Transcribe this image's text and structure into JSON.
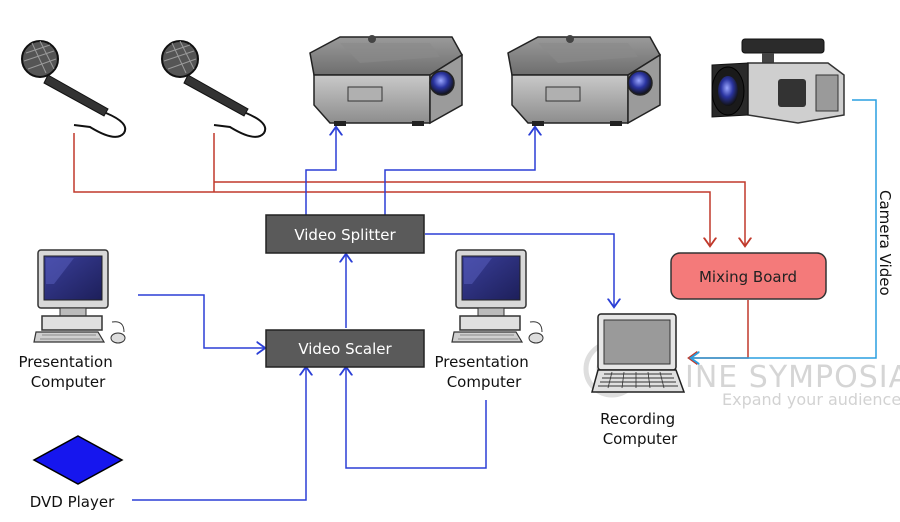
{
  "devices": {
    "presentation_computer_left": "Presentation\nComputer",
    "presentation_computer_right": "Presentation\nComputer",
    "dvd_player": "DVD Player",
    "recording_computer": "Recording\nComputer"
  },
  "boxes": {
    "video_splitter": "Video Splitter",
    "video_scaler": "Video Scaler",
    "mixing_board": "Mixing Board"
  },
  "edge_labels": {
    "camera_video": "Camera Video"
  },
  "watermark": {
    "title": "INE SYMPOSIA",
    "subtitle": "Expand your audience"
  },
  "colors": {
    "video_line": "#2b3fd6",
    "audio_line": "#c0392b",
    "camera_line": "#2a9fe0",
    "box_dark": "#5a5a5a",
    "box_mixing": "#f47a7a",
    "dvd": "#1616ee"
  },
  "icons": {
    "microphone": "microphone-icon",
    "projector": "projector-icon",
    "camera": "video-camera-icon",
    "desktop": "desktop-computer-icon",
    "laptop": "laptop-icon",
    "dvd": "diamond-icon"
  }
}
